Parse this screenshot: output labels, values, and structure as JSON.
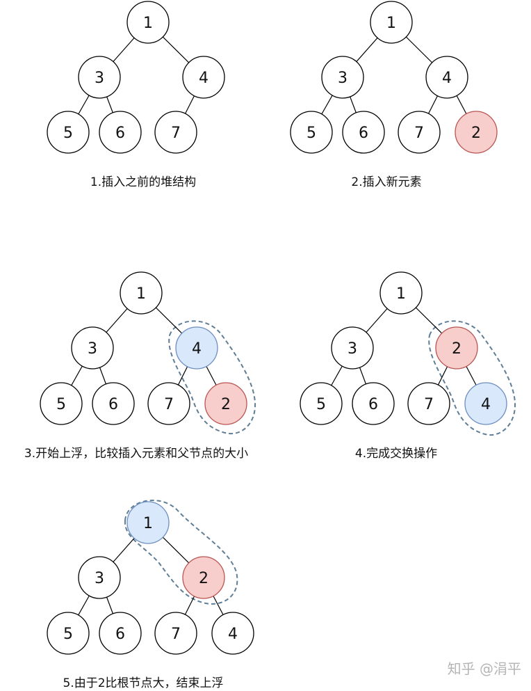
{
  "colors": {
    "default_fill": "#ffffff",
    "new_fill": "#f8cecc",
    "new_stroke": "#b85450",
    "compare_fill": "#dae8fc",
    "compare_stroke": "#6c8ebf",
    "node_stroke": "#000000",
    "dashed_outline": "#5f7d95"
  },
  "steps": [
    {
      "caption": "1.插入之前的堆结构",
      "nodes": [
        {
          "id": "a",
          "label": "1",
          "fill": "default"
        },
        {
          "id": "b",
          "label": "3",
          "fill": "default"
        },
        {
          "id": "c",
          "label": "4",
          "fill": "default"
        },
        {
          "id": "d",
          "label": "5",
          "fill": "default"
        },
        {
          "id": "e",
          "label": "6",
          "fill": "default"
        },
        {
          "id": "f",
          "label": "7",
          "fill": "default"
        }
      ]
    },
    {
      "caption": "2.插入新元素",
      "nodes": [
        {
          "id": "a",
          "label": "1",
          "fill": "default"
        },
        {
          "id": "b",
          "label": "3",
          "fill": "default"
        },
        {
          "id": "c",
          "label": "4",
          "fill": "default"
        },
        {
          "id": "d",
          "label": "5",
          "fill": "default"
        },
        {
          "id": "e",
          "label": "6",
          "fill": "default"
        },
        {
          "id": "f",
          "label": "7",
          "fill": "default"
        },
        {
          "id": "g",
          "label": "2",
          "fill": "new"
        }
      ]
    },
    {
      "caption": "3.开始上浮，比较插入元素和父节点的大小",
      "nodes": [
        {
          "id": "a",
          "label": "1",
          "fill": "default"
        },
        {
          "id": "b",
          "label": "3",
          "fill": "default"
        },
        {
          "id": "c",
          "label": "4",
          "fill": "compare"
        },
        {
          "id": "d",
          "label": "5",
          "fill": "default"
        },
        {
          "id": "e",
          "label": "6",
          "fill": "default"
        },
        {
          "id": "f",
          "label": "7",
          "fill": "default"
        },
        {
          "id": "g",
          "label": "2",
          "fill": "new"
        }
      ]
    },
    {
      "caption": "4.完成交换操作",
      "nodes": [
        {
          "id": "a",
          "label": "1",
          "fill": "default"
        },
        {
          "id": "b",
          "label": "3",
          "fill": "default"
        },
        {
          "id": "c",
          "label": "2",
          "fill": "new"
        },
        {
          "id": "d",
          "label": "5",
          "fill": "default"
        },
        {
          "id": "e",
          "label": "6",
          "fill": "default"
        },
        {
          "id": "f",
          "label": "7",
          "fill": "default"
        },
        {
          "id": "g",
          "label": "4",
          "fill": "compare"
        }
      ]
    },
    {
      "caption": "5.由于2比根节点大，结束上浮",
      "nodes": [
        {
          "id": "a",
          "label": "1",
          "fill": "compare"
        },
        {
          "id": "b",
          "label": "3",
          "fill": "default"
        },
        {
          "id": "c",
          "label": "2",
          "fill": "new"
        },
        {
          "id": "d",
          "label": "5",
          "fill": "default"
        },
        {
          "id": "e",
          "label": "6",
          "fill": "default"
        },
        {
          "id": "f",
          "label": "7",
          "fill": "default"
        },
        {
          "id": "g",
          "label": "4",
          "fill": "default"
        }
      ]
    }
  ],
  "watermark": "知乎 @涓平"
}
